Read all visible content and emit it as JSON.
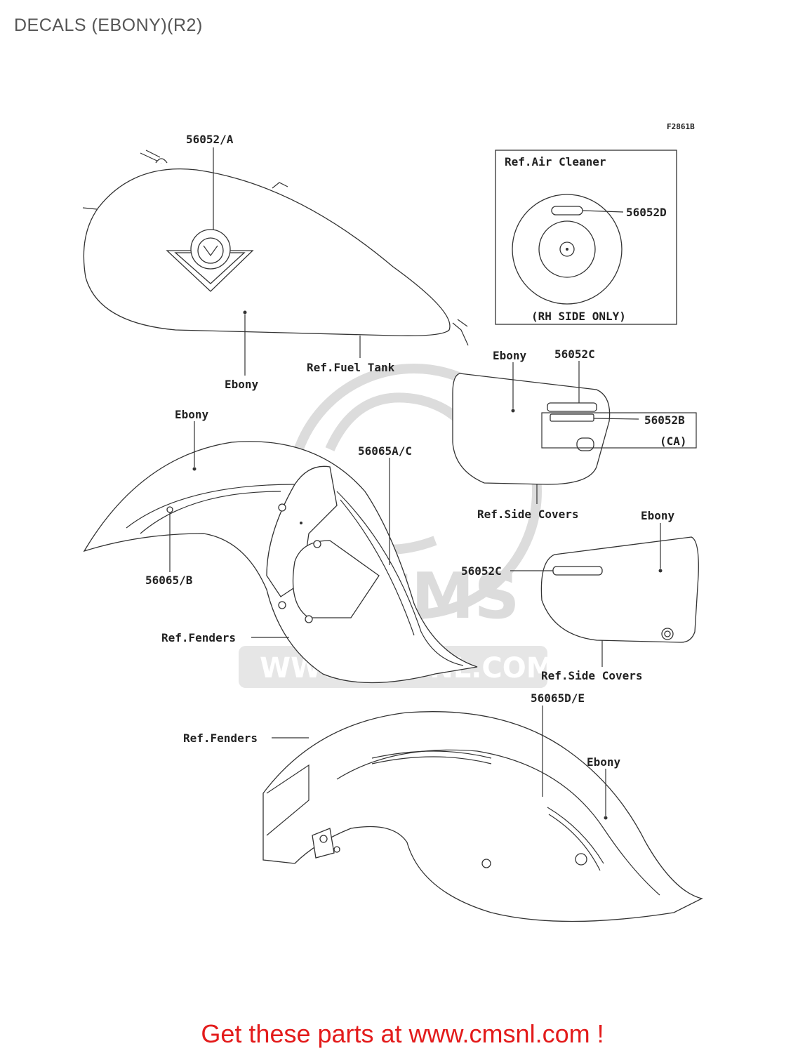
{
  "page": {
    "title": "DECALS (EBONY)(R2)",
    "figure_code": "F2861B"
  },
  "labels": {
    "tank_decal": "56052/A",
    "tank_ebony": "Ebony",
    "fuel_tank": "Ref.Fuel Tank",
    "air_cleaner_title": "Ref.Air Cleaner",
    "air_cleaner_decal": "56052D",
    "rh_side_only": "(RH SIDE ONLY)",
    "side_cover_top_ebony": "Ebony",
    "side_cover_top_decal_c": "56052C",
    "side_cover_top_decal_b": "56052B",
    "ca_note": "(CA)",
    "side_covers_1": "Ref.Side Covers",
    "front_fender_ebony": "Ebony",
    "front_fender_decal_ac": "56065A/C",
    "front_fender_decal_b": "56065/B",
    "fenders_1": "Ref.Fenders",
    "side_cover_bottom_ebony": "Ebony",
    "side_cover_bottom_decal": "56052C",
    "side_covers_2": "Ref.Side Covers",
    "rear_fender_decal": "56065D/E",
    "fenders_2": "Ref.Fenders",
    "rear_fender_ebony": "Ebony"
  },
  "watermark": {
    "text": "WWW.CMSNL.COM",
    "logo": "CMS"
  },
  "footer": {
    "text": "Get these parts at www.cmsnl.com !",
    "color": "#e31b1b"
  }
}
